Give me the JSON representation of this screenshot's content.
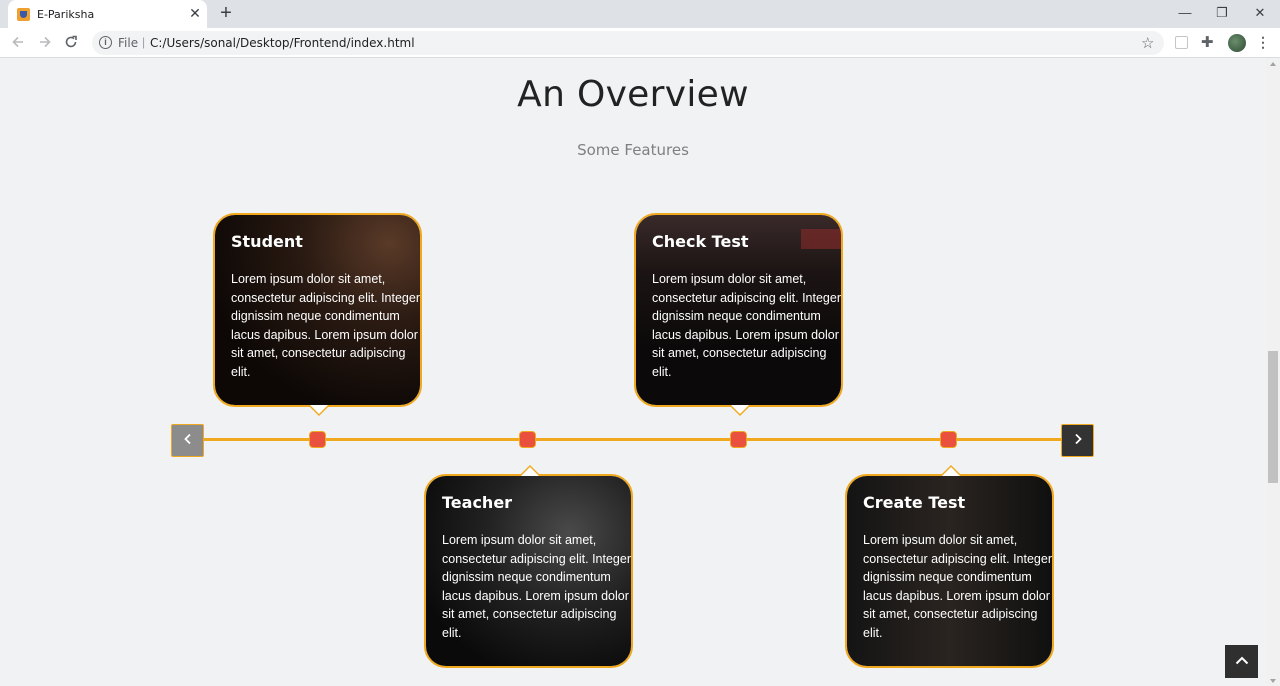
{
  "browser": {
    "tab_title": "E-Pariksha",
    "tab_close": "✕",
    "new_tab": "+",
    "url_scheme": "File",
    "url_separator": "|",
    "url_path": "C:/Users/sonal/Desktop/Frontend/index.html",
    "minimize": "—",
    "maximize": "❐",
    "close": "✕"
  },
  "page": {
    "title": "An Overview",
    "subtitle": "Some Features"
  },
  "timeline": {
    "accent_color": "#f0a81e",
    "dot_color": "#e9503e",
    "prev_label": "‹",
    "next_label": "›",
    "cards": [
      {
        "title": "Student",
        "text": "Lorem ipsum dolor sit amet, consectetur adipiscing elit. Integer dignissim neque condimentum lacus dapibus. Lorem ipsum dolor sit amet, consectetur adipiscing elit."
      },
      {
        "title": "Teacher",
        "text": "Lorem ipsum dolor sit amet, consectetur adipiscing elit. Integer dignissim neque condimentum lacus dapibus. Lorem ipsum dolor sit amet, consectetur adipiscing elit."
      },
      {
        "title": "Check Test",
        "text": "Lorem ipsum dolor sit amet, consectetur adipiscing elit. Integer dignissim neque condimentum lacus dapibus. Lorem ipsum dolor sit amet, consectetur adipiscing elit."
      },
      {
        "title": "Create Test",
        "text": "Lorem ipsum dolor sit amet, consectetur adipiscing elit. Integer dignissim neque condimentum lacus dapibus. Lorem ipsum dolor sit amet, consectetur adipiscing elit."
      }
    ]
  }
}
